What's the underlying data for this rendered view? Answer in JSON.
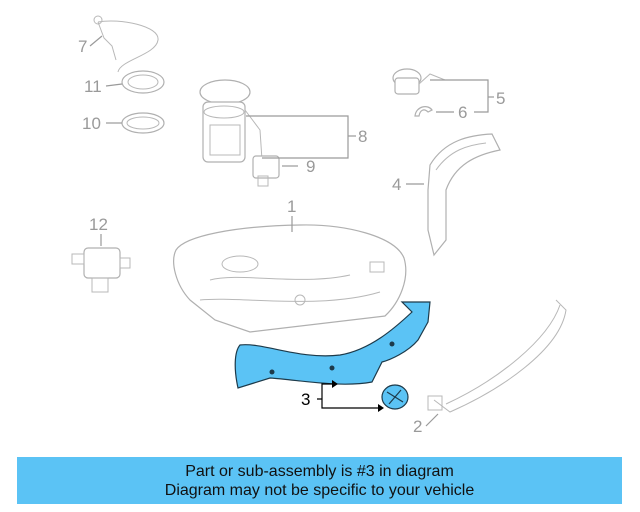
{
  "diagram": {
    "callouts": {
      "c1": "1",
      "c2": "2",
      "c3": "3",
      "c4": "4",
      "c5": "5",
      "c6": "6",
      "c7": "7",
      "c8": "8",
      "c9": "9",
      "c10": "10",
      "c11": "11",
      "c12": "12"
    },
    "highlight_color": "#5bc3f5",
    "highlighted_part": "3"
  },
  "banner": {
    "line1": "Part or sub-assembly is #3 in diagram",
    "line2": "Diagram may not be specific to your vehicle",
    "background": "#5bc3f5"
  }
}
